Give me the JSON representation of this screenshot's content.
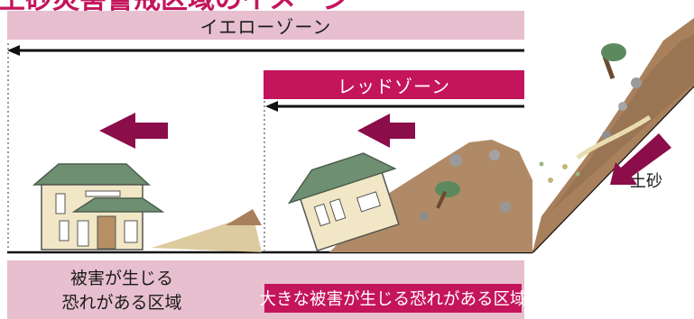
{
  "colors": {
    "pink_band": "#e7bfcf",
    "red": "#c4155c",
    "arrow_maroon": "#8b0d4a",
    "roof": "#6f8f72",
    "wall": "#f1e7c6",
    "soil": "#b08a66"
  },
  "title_fragment": "土砂災害警戒区域のイメージ",
  "zones": {
    "yellow_label": "イエローゾーン",
    "red_label": "レッドゾーン"
  },
  "bottom": {
    "left_line1": "被害が生じる",
    "left_line2": "恐れがある区域",
    "right_label": "大きな被害が生じる恐れがある区域"
  },
  "slope_label": "土砂",
  "icons": [
    "left-arrow-icon",
    "house-icon",
    "tilted-house-icon",
    "landslide-icon",
    "debris-arrow-icon",
    "tree-icon"
  ]
}
